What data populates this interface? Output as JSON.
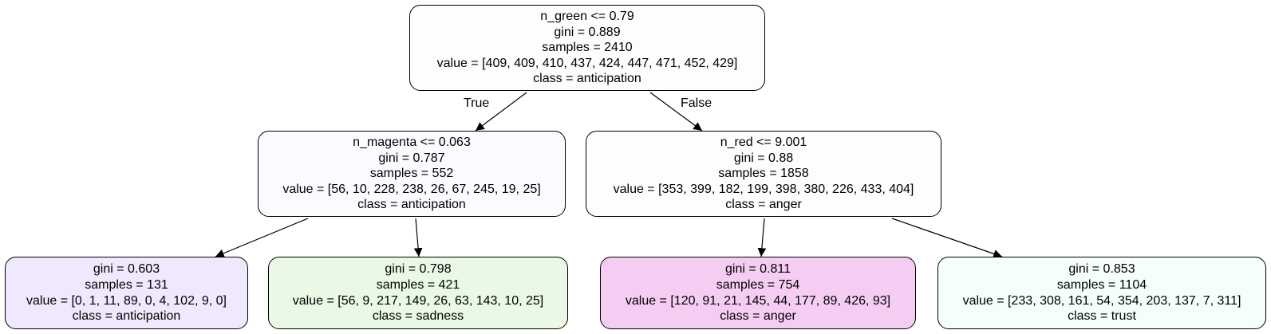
{
  "tree": {
    "edge_labels": {
      "true_label": "True",
      "false_label": "False"
    },
    "nodes": [
      {
        "id": "root",
        "parent": null,
        "fill": "#fdfdff",
        "lines": [
          "n_green <= 0.79",
          "gini = 0.889",
          "samples = 2410",
          "value = [409, 409, 410, 437, 424, 447, 471, 452, 429]",
          "class = anticipation"
        ]
      },
      {
        "id": "left",
        "parent": "root",
        "fill": "#fbfbff",
        "lines": [
          "n_magenta <= 0.063",
          "gini = 0.787",
          "samples = 552",
          "value = [56, 10, 228, 238, 26, 67, 245, 19, 25]",
          "class = anticipation"
        ]
      },
      {
        "id": "right",
        "parent": "root",
        "fill": "#fefcff",
        "lines": [
          "n_red <= 9.001",
          "gini = 0.88",
          "samples = 1858",
          "value = [353, 399, 182, 199, 398, 380, 226, 433, 404]",
          "class = anger"
        ]
      },
      {
        "id": "leaf1",
        "parent": "left",
        "fill": "#f0e8fc",
        "lines": [
          "gini = 0.603",
          "samples = 131",
          "value = [0, 1, 11, 89, 0, 4, 102, 9, 0]",
          "class = anticipation"
        ]
      },
      {
        "id": "leaf2",
        "parent": "left",
        "fill": "#e9f9e5",
        "lines": [
          "gini = 0.798",
          "samples = 421",
          "value = [56, 9, 217, 149, 26, 63, 143, 10, 25]",
          "class = sadness"
        ]
      },
      {
        "id": "leaf3",
        "parent": "right",
        "fill": "#f6cdf2",
        "lines": [
          "gini = 0.811",
          "samples = 754",
          "value = [120, 91, 21, 145, 44, 177, 89, 426, 93]",
          "class = anger"
        ]
      },
      {
        "id": "leaf4",
        "parent": "right",
        "fill": "#f5fdfd",
        "lines": [
          "gini = 0.853",
          "samples = 1104",
          "value = [233, 308, 161, 54, 354, 203, 137, 7, 311]",
          "class = trust"
        ]
      }
    ]
  }
}
